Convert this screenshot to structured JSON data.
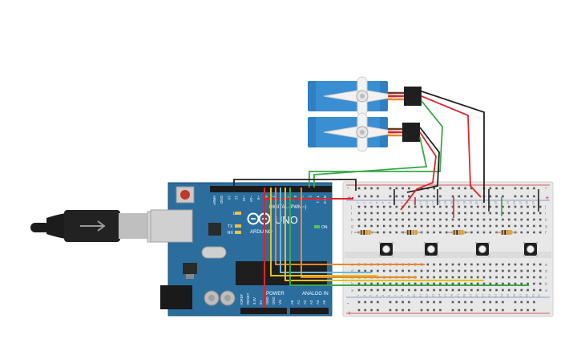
{
  "board": {
    "brand": "ARDUINO",
    "model": "UNO",
    "on_label": "ON",
    "tx_label": "TX",
    "rx_label": "RX",
    "l_label": "L",
    "digital_header": "DIGITAL (PWM~)",
    "power_header": "POWER",
    "analog_header": "ANALOG IN",
    "top_pins": [
      "AREF",
      "GND",
      "13",
      "12",
      "~11",
      "~10",
      "~9",
      "8",
      "7",
      "~6",
      "~5",
      "4",
      "~3",
      "2",
      "TX 1",
      "RX 0"
    ],
    "power_pins": [
      "IOREF",
      "RESET",
      "3.3V",
      "5V",
      "GND",
      "GND",
      "Vin"
    ],
    "analog_pins": [
      "A0",
      "A1",
      "A2",
      "A3",
      "A4",
      "A5"
    ]
  },
  "breadboard": {
    "row_letters_top": [
      "j",
      "i",
      "h",
      "g",
      "f"
    ],
    "row_letters_bottom": [
      "e",
      "d",
      "c",
      "b",
      "a"
    ],
    "column_numbers": [
      "1",
      "2",
      "3",
      "4",
      "5",
      "6",
      "7",
      "8",
      "9",
      "10",
      "11",
      "12",
      "13",
      "14",
      "15",
      "16",
      "17",
      "18",
      "19",
      "20",
      "21",
      "22",
      "23",
      "24",
      "25",
      "26",
      "27",
      "28",
      "29",
      "30"
    ],
    "rail_plus": "+",
    "rail_minus": "-"
  },
  "components": {
    "servos": 2,
    "pushbuttons": 4,
    "resistors": 4
  },
  "colors": {
    "board": "#2b6e9e",
    "servo": "#2f7fc1",
    "wire_red": "#d9262b",
    "wire_black": "#222222",
    "wire_green": "#3aa84a",
    "wire_orange": "#e8872b",
    "wire_yellow": "#e6c21d",
    "wire_blue": "#6fb6e0"
  }
}
